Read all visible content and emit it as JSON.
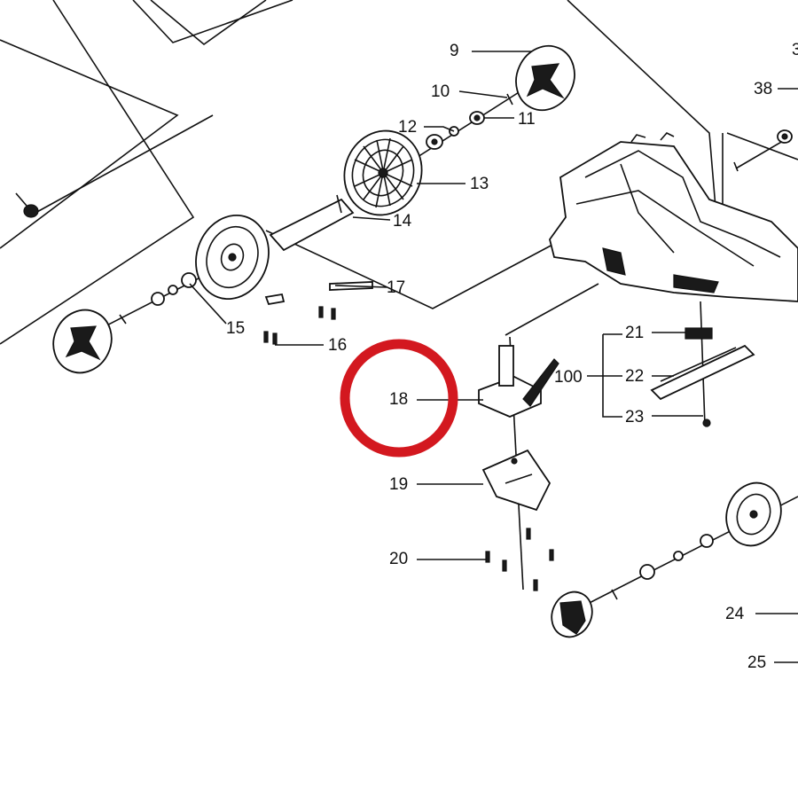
{
  "diagram": {
    "highlight_color": "#d3181f",
    "highlighted_label": "18",
    "labels": [
      "9",
      "10",
      "11",
      "12",
      "13",
      "14",
      "15",
      "16",
      "17",
      "18",
      "19",
      "20",
      "21",
      "22",
      "23",
      "100",
      "24",
      "25",
      "38",
      "3"
    ]
  }
}
